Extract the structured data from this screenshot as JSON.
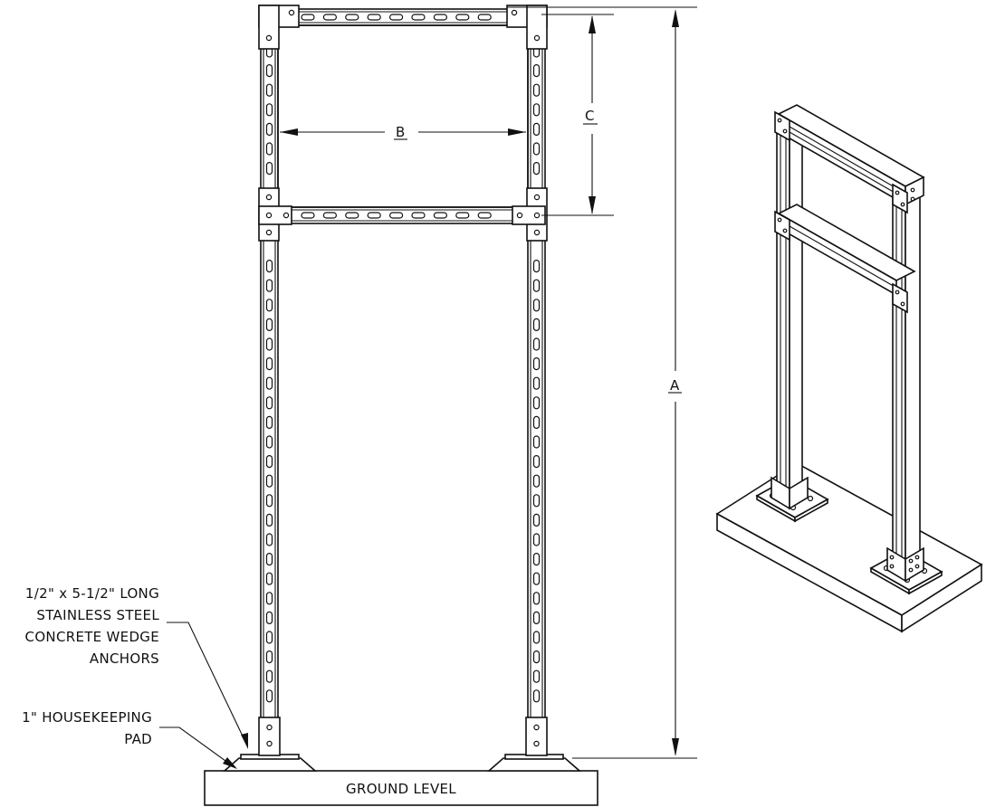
{
  "dimensions": {
    "a_label": "A",
    "b_label": "B",
    "c_label": "C"
  },
  "callouts": {
    "anchor_note": [
      "1/2\" x 5-1/2\" LONG",
      "STAINLESS STEEL",
      "CONCRETE WEDGE",
      "ANCHORS"
    ],
    "pad_note": [
      "1\" HOUSEKEEPING",
      "PAD"
    ]
  },
  "ground_label": "GROUND LEVEL",
  "colors": {
    "line": "#111111",
    "background": "#ffffff"
  }
}
